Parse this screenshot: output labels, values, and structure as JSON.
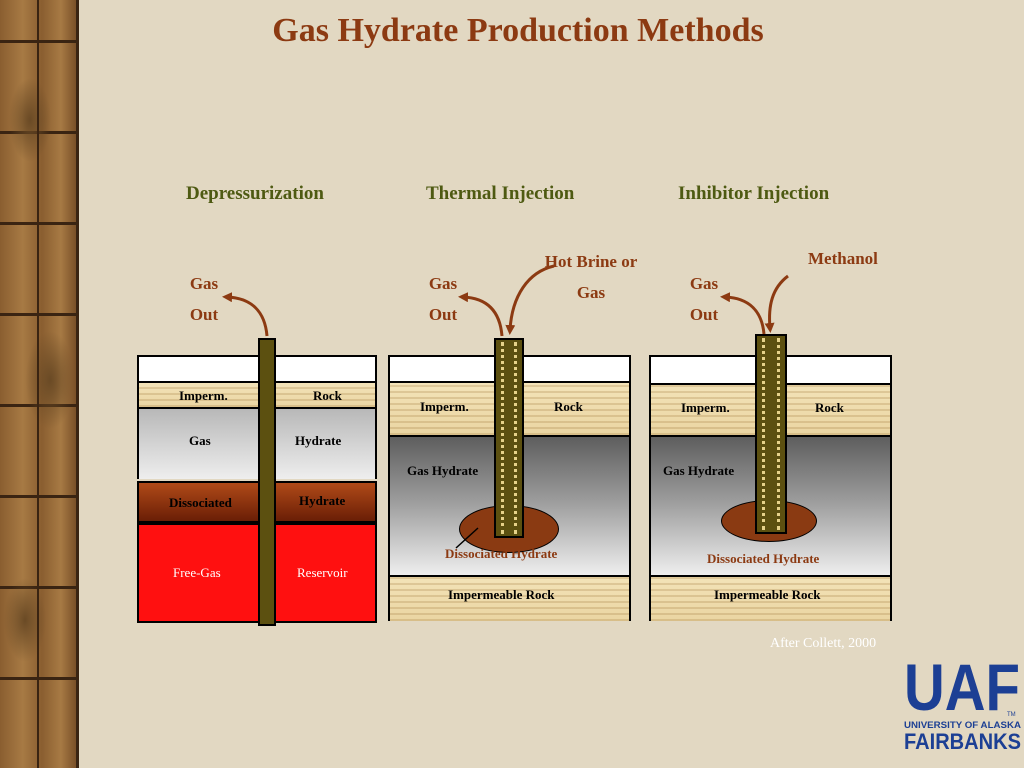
{
  "title": "Gas Hydrate Production Methods",
  "methods": [
    "Depressurization",
    "Thermal Injection",
    "Inhibitor Injection"
  ],
  "depressurization": {
    "gas_out_line1": "Gas",
    "gas_out_line2": "Out",
    "layers": {
      "imperm": "Imperm.",
      "rock": "Rock",
      "gas": "Gas",
      "hydrate": "Hydrate",
      "dissociated": "Dissociated",
      "hydrate2": "Hydrate",
      "free_gas": "Free-Gas",
      "reservoir": "Reservoir"
    }
  },
  "thermal": {
    "gas_out_line1": "Gas",
    "gas_out_line2": "Out",
    "inject_line1": "Hot Brine  or",
    "inject_line2": "Gas",
    "layers": {
      "imperm": "Imperm.",
      "rock": "Rock",
      "gas_hydrate": "Gas Hydrate",
      "dissociated": "Dissociated Hydrate",
      "impermeable_rock": "Impermeable Rock"
    }
  },
  "inhibitor": {
    "gas_out_line1": "Gas",
    "gas_out_line2": "Out",
    "inject": "Methanol",
    "layers": {
      "imperm": "Imperm.",
      "rock": "Rock",
      "gas_hydrate": "Gas Hydrate",
      "dissociated": "Dissociated Hydrate",
      "impermeable_rock": "Impermeable Rock"
    }
  },
  "credit": "After Collett, 2000",
  "logo": {
    "letters": "UAF",
    "line1": "UNIVERSITY OF ALASKA",
    "line2": "FAIRBANKS",
    "tm": "TM"
  },
  "colors": {
    "title": "#8c3a12",
    "method": "#4e5a12",
    "arrow": "#8c3a12",
    "pipe": "#5c5010",
    "dissociated": "#8a3a12",
    "free_gas": "#ff1010",
    "logo": "#1c3f94"
  }
}
